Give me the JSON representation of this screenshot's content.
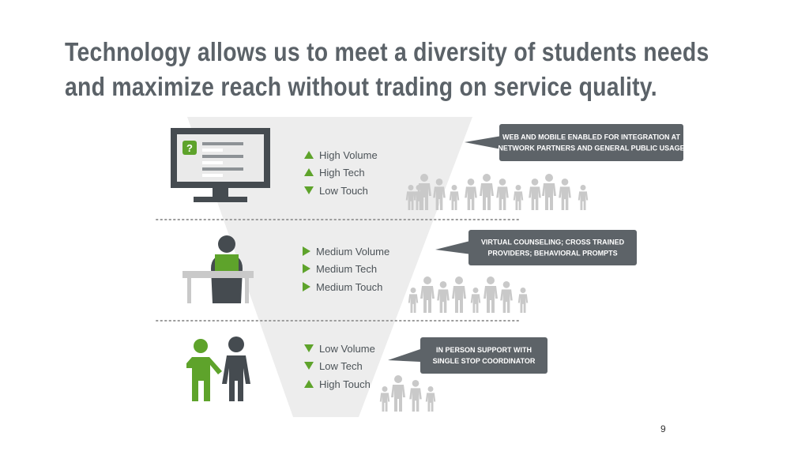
{
  "title": {
    "line1": "Technology allows us to meet a diversity of students needs",
    "line2": "and maximize reach without trading on service quality."
  },
  "colors": {
    "funnel": "#ededed",
    "dark": "#454b50",
    "callout": "#5d6368",
    "green": "#5ea32b",
    "people": "#c9c9c9",
    "text": "#4c5358"
  },
  "tiers": [
    {
      "icon": "computer-monitor-icon",
      "indicators": [
        {
          "arrow": "up",
          "label": "High Volume"
        },
        {
          "arrow": "up",
          "label": "High Tech"
        },
        {
          "arrow": "down",
          "label": "Low Touch"
        }
      ],
      "callout": [
        "WEB AND MOBILE ENABLED FOR INTEGRATION AT",
        "NETWORK PARTNERS AND GENERAL PUBLIC USAGE"
      ],
      "people_count": 13
    },
    {
      "icon": "person-at-laptop-icon",
      "indicators": [
        {
          "arrow": "right",
          "label": "Medium Volume"
        },
        {
          "arrow": "right",
          "label": "Medium Tech"
        },
        {
          "arrow": "right",
          "label": "Medium Touch"
        }
      ],
      "callout": [
        "VIRTUAL COUNSELING; CROSS TRAINED",
        "PROVIDERS; BEHAVIORAL PROMPTS"
      ],
      "people_count": 8
    },
    {
      "icon": "two-people-icon",
      "indicators": [
        {
          "arrow": "down",
          "label": "Low Volume"
        },
        {
          "arrow": "down",
          "label": "Low Tech"
        },
        {
          "arrow": "up",
          "label": "High Touch"
        }
      ],
      "callout": [
        "IN PERSON SUPPORT WITH",
        "SINGLE STOP COORDINATOR"
      ],
      "people_count": 4
    }
  ],
  "page_number": "9"
}
